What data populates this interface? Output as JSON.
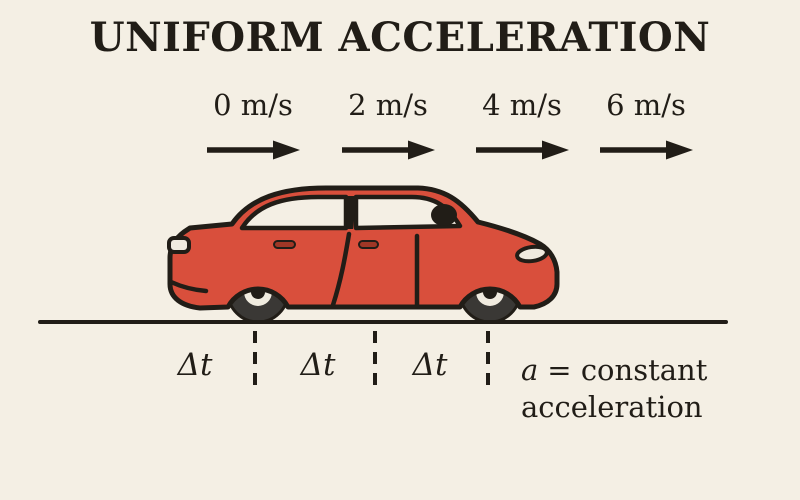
{
  "title": "UNIFORM ACCELERATION",
  "velocities": [
    {
      "label": "0 m/s"
    },
    {
      "label": "2 m/s"
    },
    {
      "label": "4 m/s"
    },
    {
      "label": "6 m/s"
    }
  ],
  "intervals": [
    {
      "label": "Δt"
    },
    {
      "label": "Δt"
    },
    {
      "label": "Δt"
    }
  ],
  "equation": {
    "variable": "a",
    "rest": "= constant",
    "line2": "acceleration"
  },
  "illustration": {
    "subject": "red sedan car facing right on ground line",
    "icons": [
      "velocity-arrow-icon",
      "car-illustration",
      "ground-line",
      "interval-divider-dashed-line"
    ]
  },
  "colors": {
    "background": "#f4efe4",
    "ink": "#211d17",
    "car_red": "#d94f3c",
    "car_dark_red": "#a03726",
    "tire": "#3a3835",
    "hub": "#f0ebdf"
  }
}
